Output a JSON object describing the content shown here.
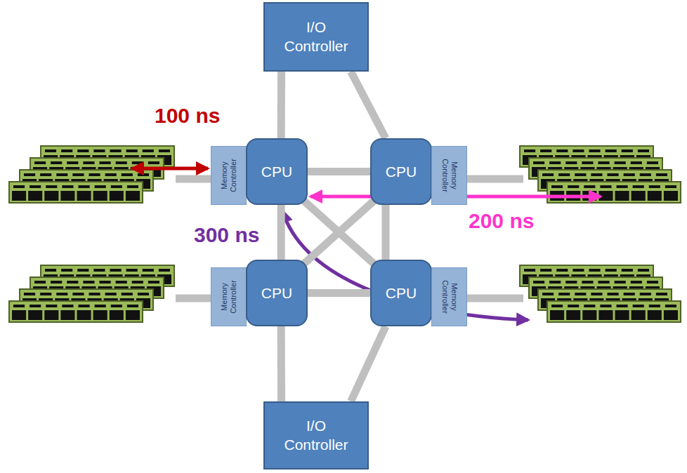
{
  "diagram": {
    "nodes": [
      {
        "text": [
          "I/O Controller"
        ]
      },
      {
        "text": [
          "Memory Controller"
        ]
      },
      {
        "text": [
          "CPU"
        ]
      },
      {
        "text": [
          "CPU"
        ]
      },
      {
        "text": [
          "Memory Controller"
        ]
      },
      {
        "text": [
          "Memory Controller"
        ]
      },
      {
        "text": [
          "CPU"
        ]
      },
      {
        "text": [
          "CPU"
        ]
      },
      {
        "text": [
          "Memory Controller"
        ]
      },
      {
        "text": [
          "I/O Controller"
        ]
      }
    ],
    "edges": [
      {
        "from": 0,
        "to": 2,
        "arrow": "none"
      },
      {
        "from": 0,
        "to": 3,
        "arrow": "none"
      },
      {
        "from": 2,
        "to": 3,
        "arrow": "none"
      },
      {
        "from": 2,
        "to": 6,
        "arrow": "none"
      },
      {
        "from": 3,
        "to": 7,
        "arrow": "none"
      },
      {
        "from": 6,
        "to": 7,
        "arrow": "none"
      },
      {
        "from": 2,
        "to": 7,
        "arrow": "none"
      },
      {
        "from": 3,
        "to": 6,
        "arrow": "none"
      },
      {
        "from": 9,
        "to": 6,
        "arrow": "none"
      },
      {
        "from": 9,
        "to": 7,
        "arrow": "none"
      }
    ],
    "labels": [
      "100 ns",
      "200 ns",
      "300 ns"
    ]
  }
}
